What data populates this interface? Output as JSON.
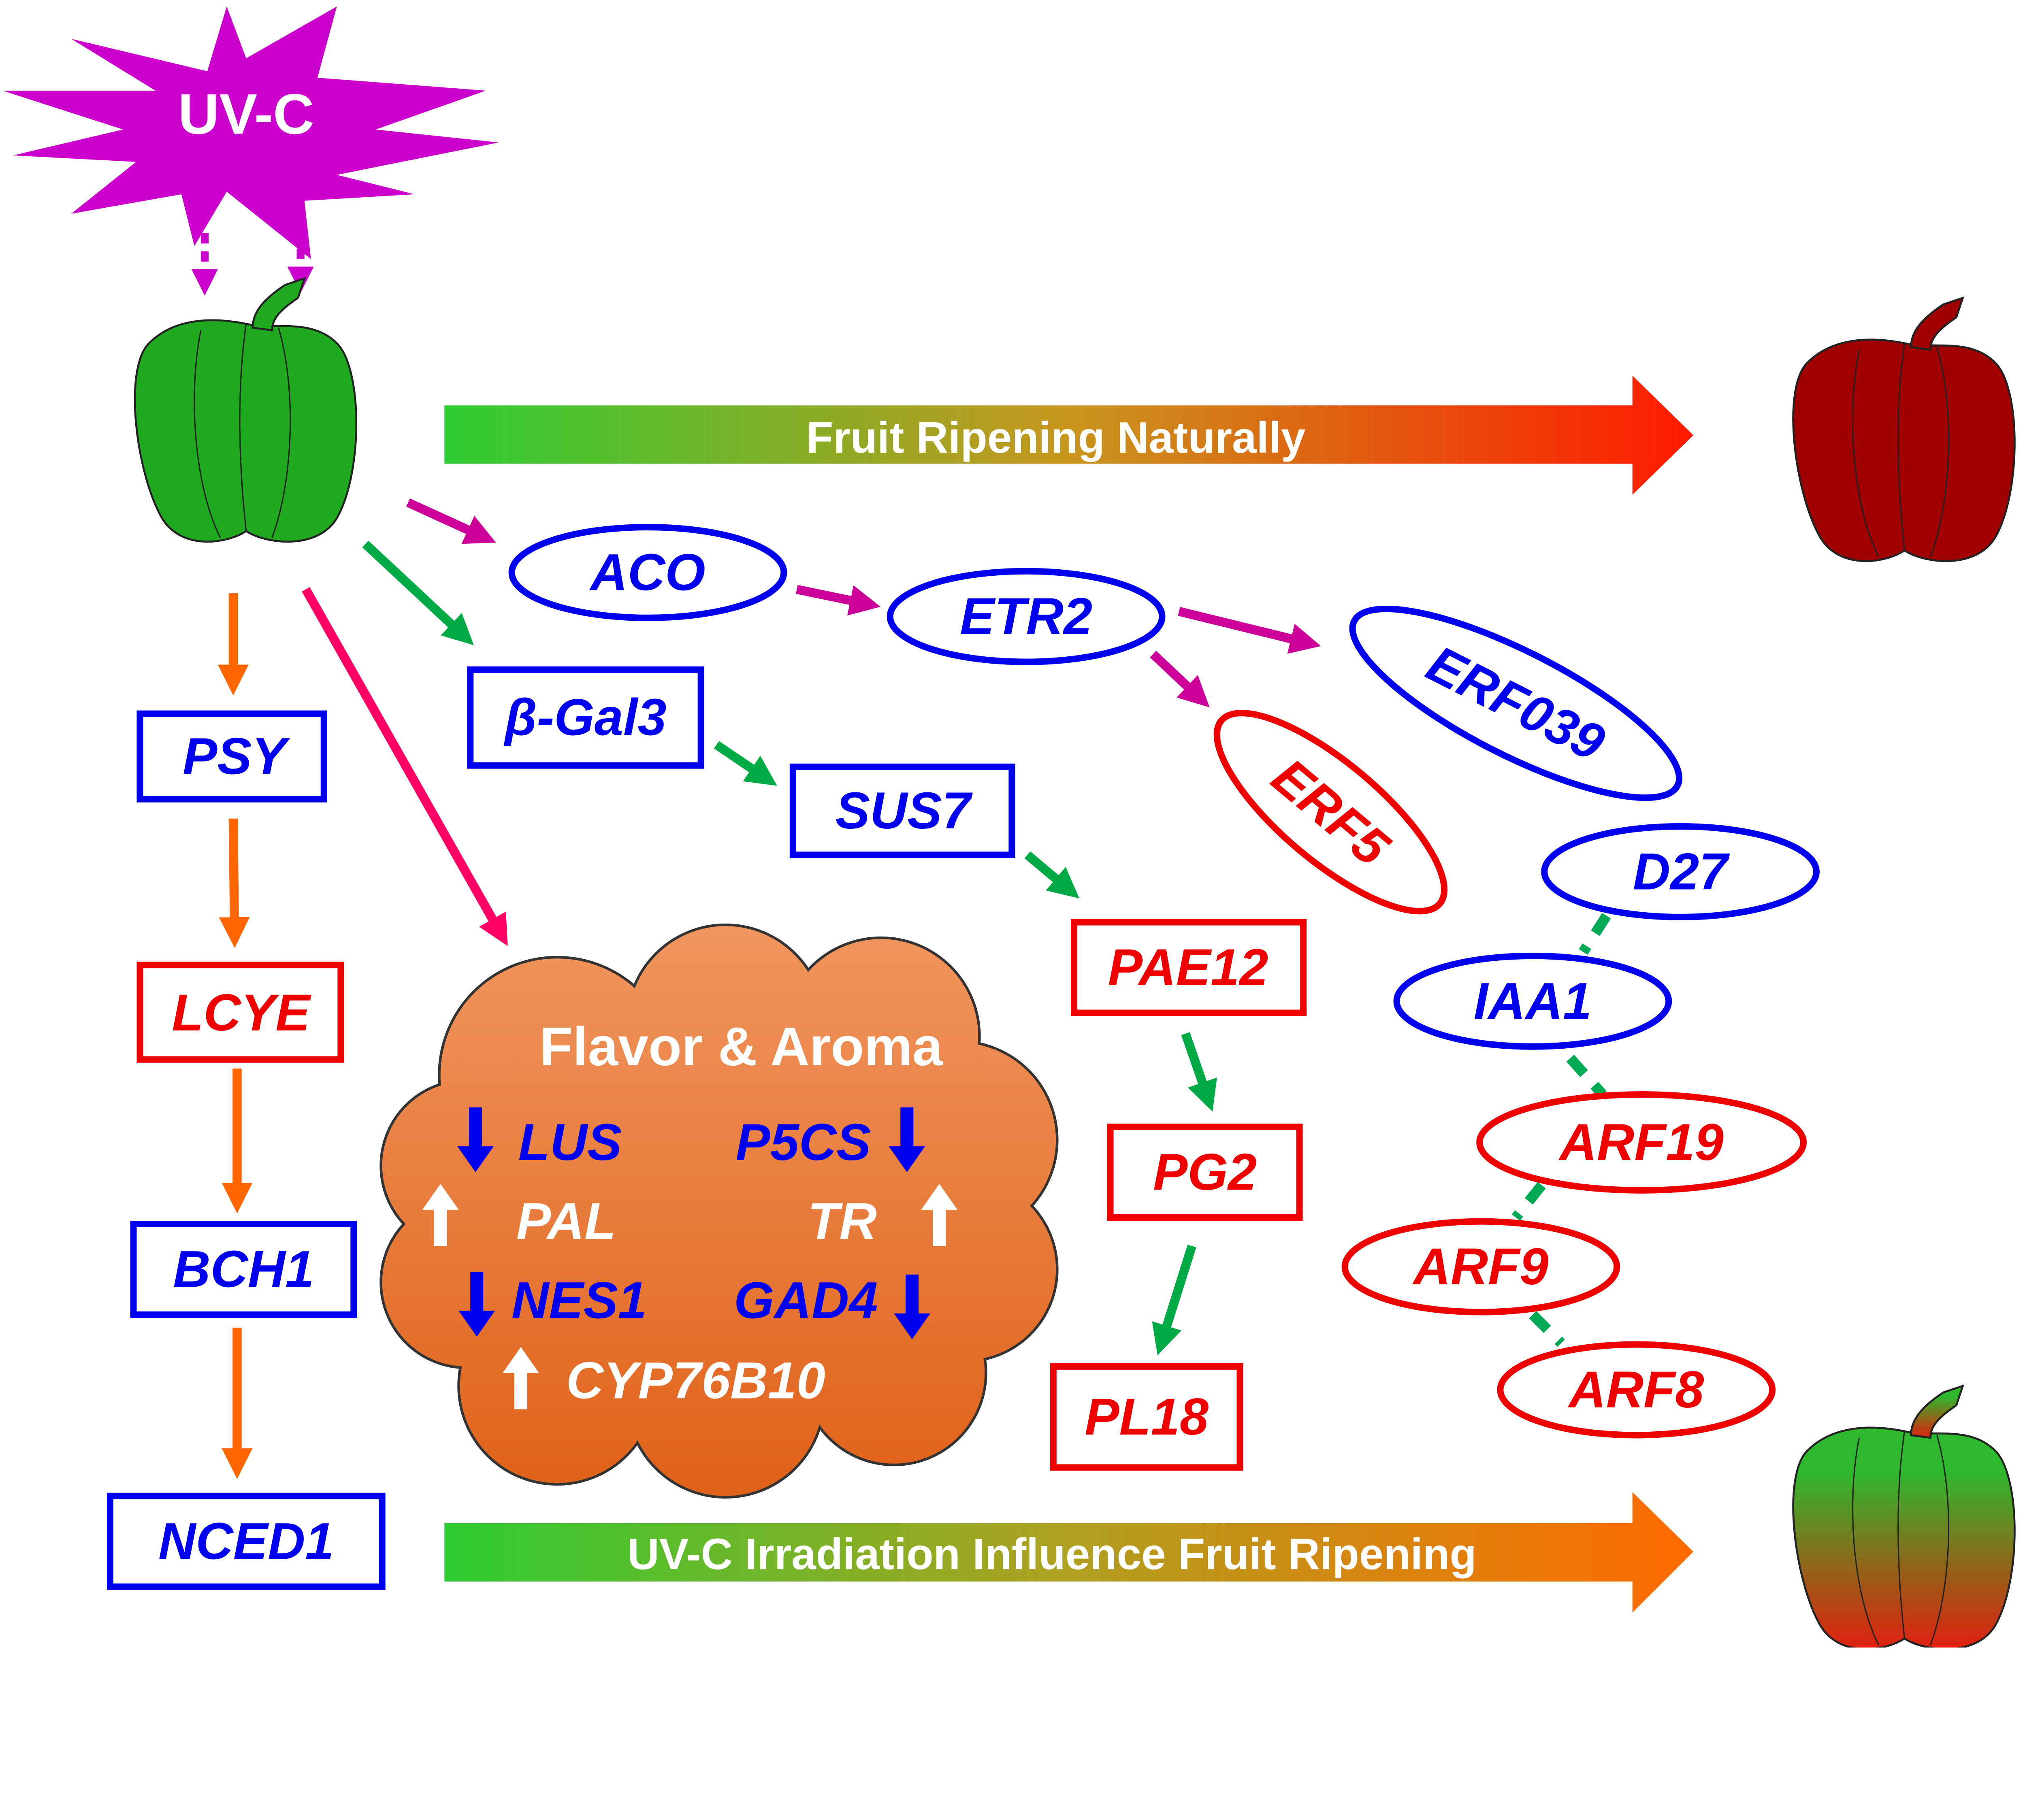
{
  "stimulus": {
    "label": "UV-C",
    "color": "#CC00CC"
  },
  "banners": {
    "natural": "Fruit   Ripening  Naturally",
    "uvc": "UV-C Irradiation Influence Fruit Ripening"
  },
  "carotenoid_pathway": [
    "PSY",
    "LCYE",
    "BCH1",
    "NCED1"
  ],
  "ethylene": {
    "aco": "ACO",
    "etr2": "ETR2",
    "erf039": "ERF039",
    "erf5": "ERF5"
  },
  "cell_wall": {
    "bgal3": "β-Gal3",
    "sus7": "SUS7",
    "pae12": "PAE12",
    "pg2": "PG2",
    "pl18": "PL18"
  },
  "auxin": {
    "d27": "D27",
    "iaa1": "IAA1",
    "arf19": "ARF19",
    "arf9": "ARF9",
    "arf8": "ARF8"
  },
  "flavor": {
    "title": "Flavor & Aroma",
    "genes": [
      {
        "name": "LUS",
        "trend": "down"
      },
      {
        "name": "P5CS",
        "trend": "down"
      },
      {
        "name": "PAL",
        "trend": "up"
      },
      {
        "name": "TR",
        "trend": "up"
      },
      {
        "name": "NES1",
        "trend": "down"
      },
      {
        "name": "GAD4",
        "trend": "down"
      },
      {
        "name": "CYP76B10",
        "trend": "up"
      }
    ]
  },
  "colors": {
    "upregulated": "#0000EE",
    "downregulated": "#EE0000",
    "cloud": "#EE7A30"
  }
}
